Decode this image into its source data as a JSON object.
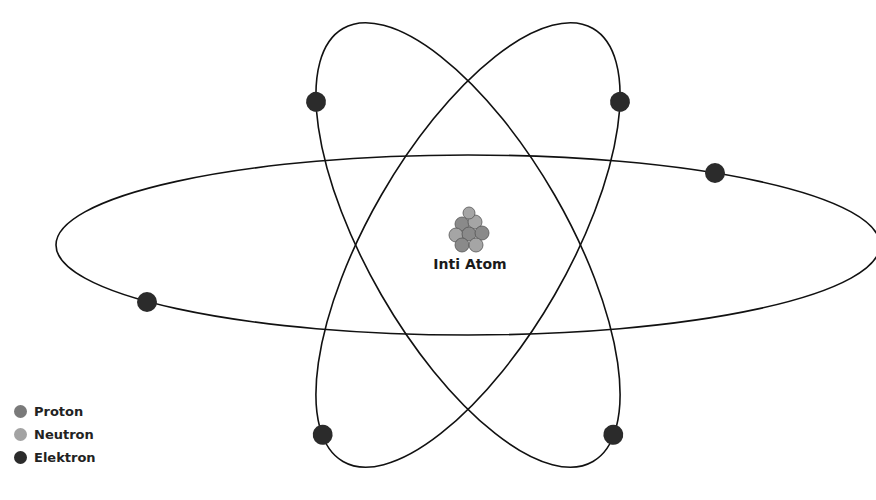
{
  "diagram": {
    "labels": [
      "Inti Atom"
    ],
    "legend": [
      {
        "text": "Proton",
        "color": "#7a7a7a"
      },
      {
        "text": "Neutron",
        "color": "#a3a3a3"
      },
      {
        "text": "Elektron",
        "color": "#2b2b2b"
      }
    ]
  }
}
